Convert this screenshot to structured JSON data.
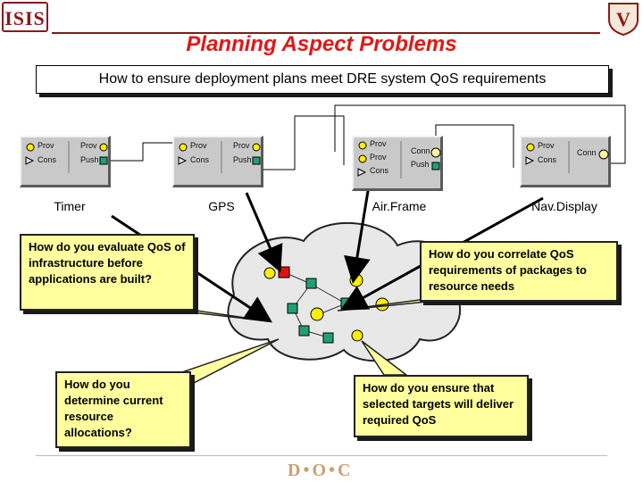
{
  "header": {
    "left_logo_text": "ISIS",
    "right_logo_text": "V",
    "title": "Planning Aspect Problems",
    "subtitle": "How to ensure deployment plans meet DRE system QoS requirements"
  },
  "components": [
    {
      "name": "Timer",
      "ports_left": [
        "Prov",
        "Cons"
      ],
      "ports_right": [
        "Prov",
        "Push"
      ]
    },
    {
      "name": "GPS",
      "ports_left": [
        "Prov",
        "Cons"
      ],
      "ports_right": [
        "Prov",
        "Push"
      ]
    },
    {
      "name": "Air.Frame",
      "ports_left": [
        "Prov",
        "Prov",
        "Cons"
      ],
      "ports_right": [
        "Conn",
        "Push"
      ]
    },
    {
      "name": "Nav.Display",
      "ports_left": [
        "Prov",
        "Cons"
      ],
      "ports_right": [
        "Conn"
      ]
    }
  ],
  "callouts": {
    "evaluate": "How do you evaluate QoS of infrastructure before applications are built?",
    "correlate": "How do you correlate QoS requirements of packages to resource needs",
    "determine": "How do you determine current resource allocations?",
    "ensure": "How do you ensure that selected targets will deliver required QoS"
  },
  "footer": {
    "logo_text": "D•O•C"
  },
  "colors": {
    "title": "#e01818",
    "callout": "#ffff9e",
    "node_yellow": "#ffee00",
    "node_green": "#20a070",
    "node_red": "#e01010",
    "cloud": "#e8e8e8"
  }
}
